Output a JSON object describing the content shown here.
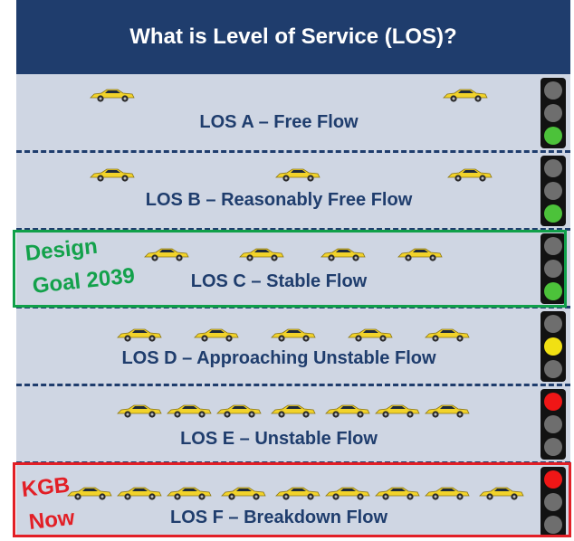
{
  "title": "What is Level of Service (LOS)?",
  "levels": [
    {
      "label": "LOS A – Free Flow",
      "cars": 2,
      "signal": "green"
    },
    {
      "label": "LOS B – Reasonably Free Flow",
      "cars": 3,
      "signal": "green"
    },
    {
      "label": "LOS C – Stable Flow",
      "cars": 4,
      "signal": "green"
    },
    {
      "label": "LOS D – Approaching Unstable Flow",
      "cars": 5,
      "signal": "yellow"
    },
    {
      "label": "LOS E – Unstable Flow",
      "cars": 7,
      "signal": "red"
    },
    {
      "label": "LOS F – Breakdown Flow",
      "cars": 9,
      "signal": "red"
    }
  ],
  "callouts": {
    "design_goal_line1": "Design",
    "design_goal_line2": "Goal 2039",
    "current_line1": "KGB",
    "current_line2": "Now"
  },
  "colors": {
    "header": "#1f3d6d",
    "panel": "#cfd6e3",
    "label_text": "#1f3d6d",
    "design_goal": "#10a04a",
    "current": "#e21f26",
    "car_body": "#f2d32a"
  },
  "icons": {
    "car": "car-icon",
    "traffic_light": "traffic-light-icon"
  }
}
